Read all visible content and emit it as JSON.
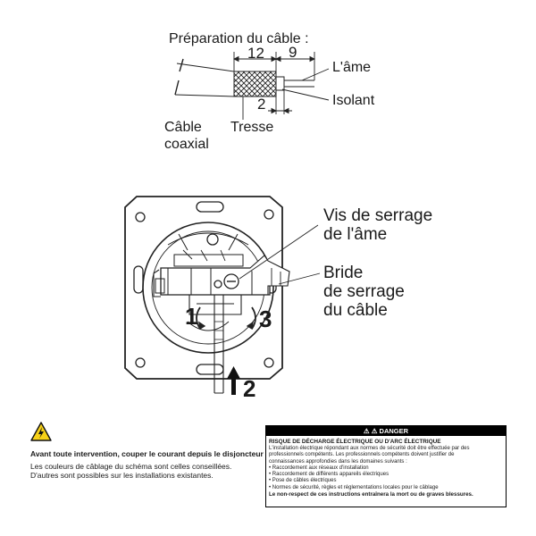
{
  "cable_prep": {
    "title": "Préparation du câble :",
    "dim_tresse": "12",
    "dim_ame": "9",
    "dim_isolant": "2",
    "label_ame": "L'âme",
    "label_isolant": "Isolant",
    "label_tresse": "Tresse",
    "label_cable_line1": "Câble",
    "label_cable_line2": "coaxial"
  },
  "device": {
    "label_vis_line1": "Vis de serrage",
    "label_vis_line2": "de l'âme",
    "label_bride_line1": "Bride",
    "label_bride_line2": "de serrage",
    "label_bride_line3": "du câble",
    "step1": "1",
    "step2": "2",
    "step3": "3"
  },
  "warning": {
    "main": "Avant toute intervention, couper le courant depuis le disjoncteur principal.",
    "line1": "Les couleurs de câblage du schéma sont celles conseillées.",
    "line2": "D'autres sont possibles sur les installations existantes."
  },
  "danger": {
    "header": "DANGER",
    "title": "RISQUE DE DÉCHARGE ÉLECTRIQUE OU D'ARC ÉLECTRIQUE",
    "lines": [
      "L'installation électrique répondant aux normes de sécurité doit être effectuée par des",
      "professionnels compétents. Les professionnels compétents doivent justifier de",
      "connaissances approfondies dans les domaines suivants :",
      "• Raccordement aux réseaux d'installation",
      "• Raccordement de différents appareils électriques",
      "• Pose de câbles électriques",
      "• Normes de sécurité, règles et réglementations locales pour le câblage"
    ],
    "footer": "Le non-respect de ces instructions entraînera la mort ou de graves blessures."
  }
}
